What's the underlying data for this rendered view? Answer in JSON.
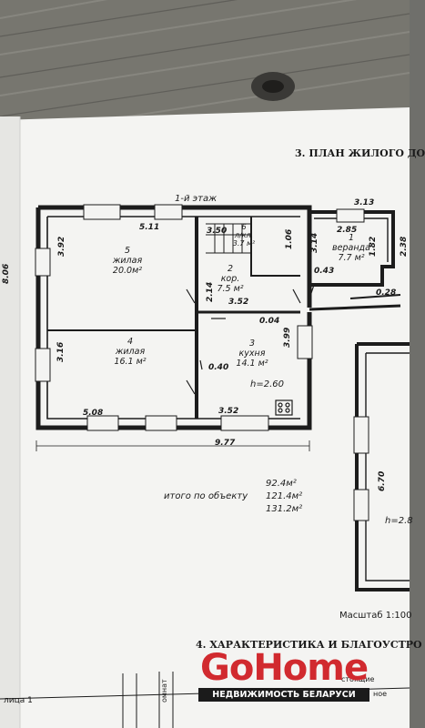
{
  "sheet": {
    "section3_title": "3. ПЛАН ЖИЛОГО ДО",
    "floor_label": "1-й этаж",
    "scale": "Масштаб 1:100",
    "section4_title": "4. ХАРАКТЕРИСТИКА И БЛАГОУСТРО",
    "table_label_left": "лица 1",
    "table_col_1": "омнат",
    "table_col_2": "стоящие",
    "table_col_3": "ное"
  },
  "rooms": [
    {
      "num": "5",
      "name": "жилая",
      "area": "20.0м²"
    },
    {
      "num": "4",
      "name": "жилая",
      "area": "16.1 м²"
    },
    {
      "num": "2",
      "name": "кор.",
      "area": "7.5 м²"
    },
    {
      "num": "3",
      "name": "кухня",
      "area": "14.1 м²"
    },
    {
      "num": "1",
      "name": "веранда",
      "area": "7.7 м²"
    },
    {
      "num": "6",
      "name": "л/кл.",
      "area": "3.7 м²"
    }
  ],
  "dimensions": {
    "d_511": "5.11",
    "d_392": "3.92",
    "d_806": "8.06",
    "d_316": "3.16",
    "d_508": "5.08",
    "d_977": "9.77",
    "d_350": "3.50",
    "d_106": "1.06",
    "d_214": "2.14",
    "d_352a": "3.52",
    "d_352b": "3.52",
    "d_004": "0.04",
    "d_040": "0.40",
    "d_399": "3.99",
    "d_313": "3.13",
    "d_285": "2.85",
    "d_314": "3.14",
    "d_182": "1.82",
    "d_043": "0.43",
    "d_028": "0.28",
    "d_238": "2.38",
    "d_670": "6.70",
    "height": "h=2.60",
    "height2": "h=2.8"
  },
  "totals": {
    "label": "итого по объекту",
    "v1": "92.4м²",
    "v2": "121.4м²",
    "v3": "131.2м²"
  },
  "watermark": {
    "go": "Go",
    "home": "Home",
    "sub": "НЕДВИЖИМОСТЬ БЕЛАРУСИ",
    "accent": "#d12a2f"
  }
}
